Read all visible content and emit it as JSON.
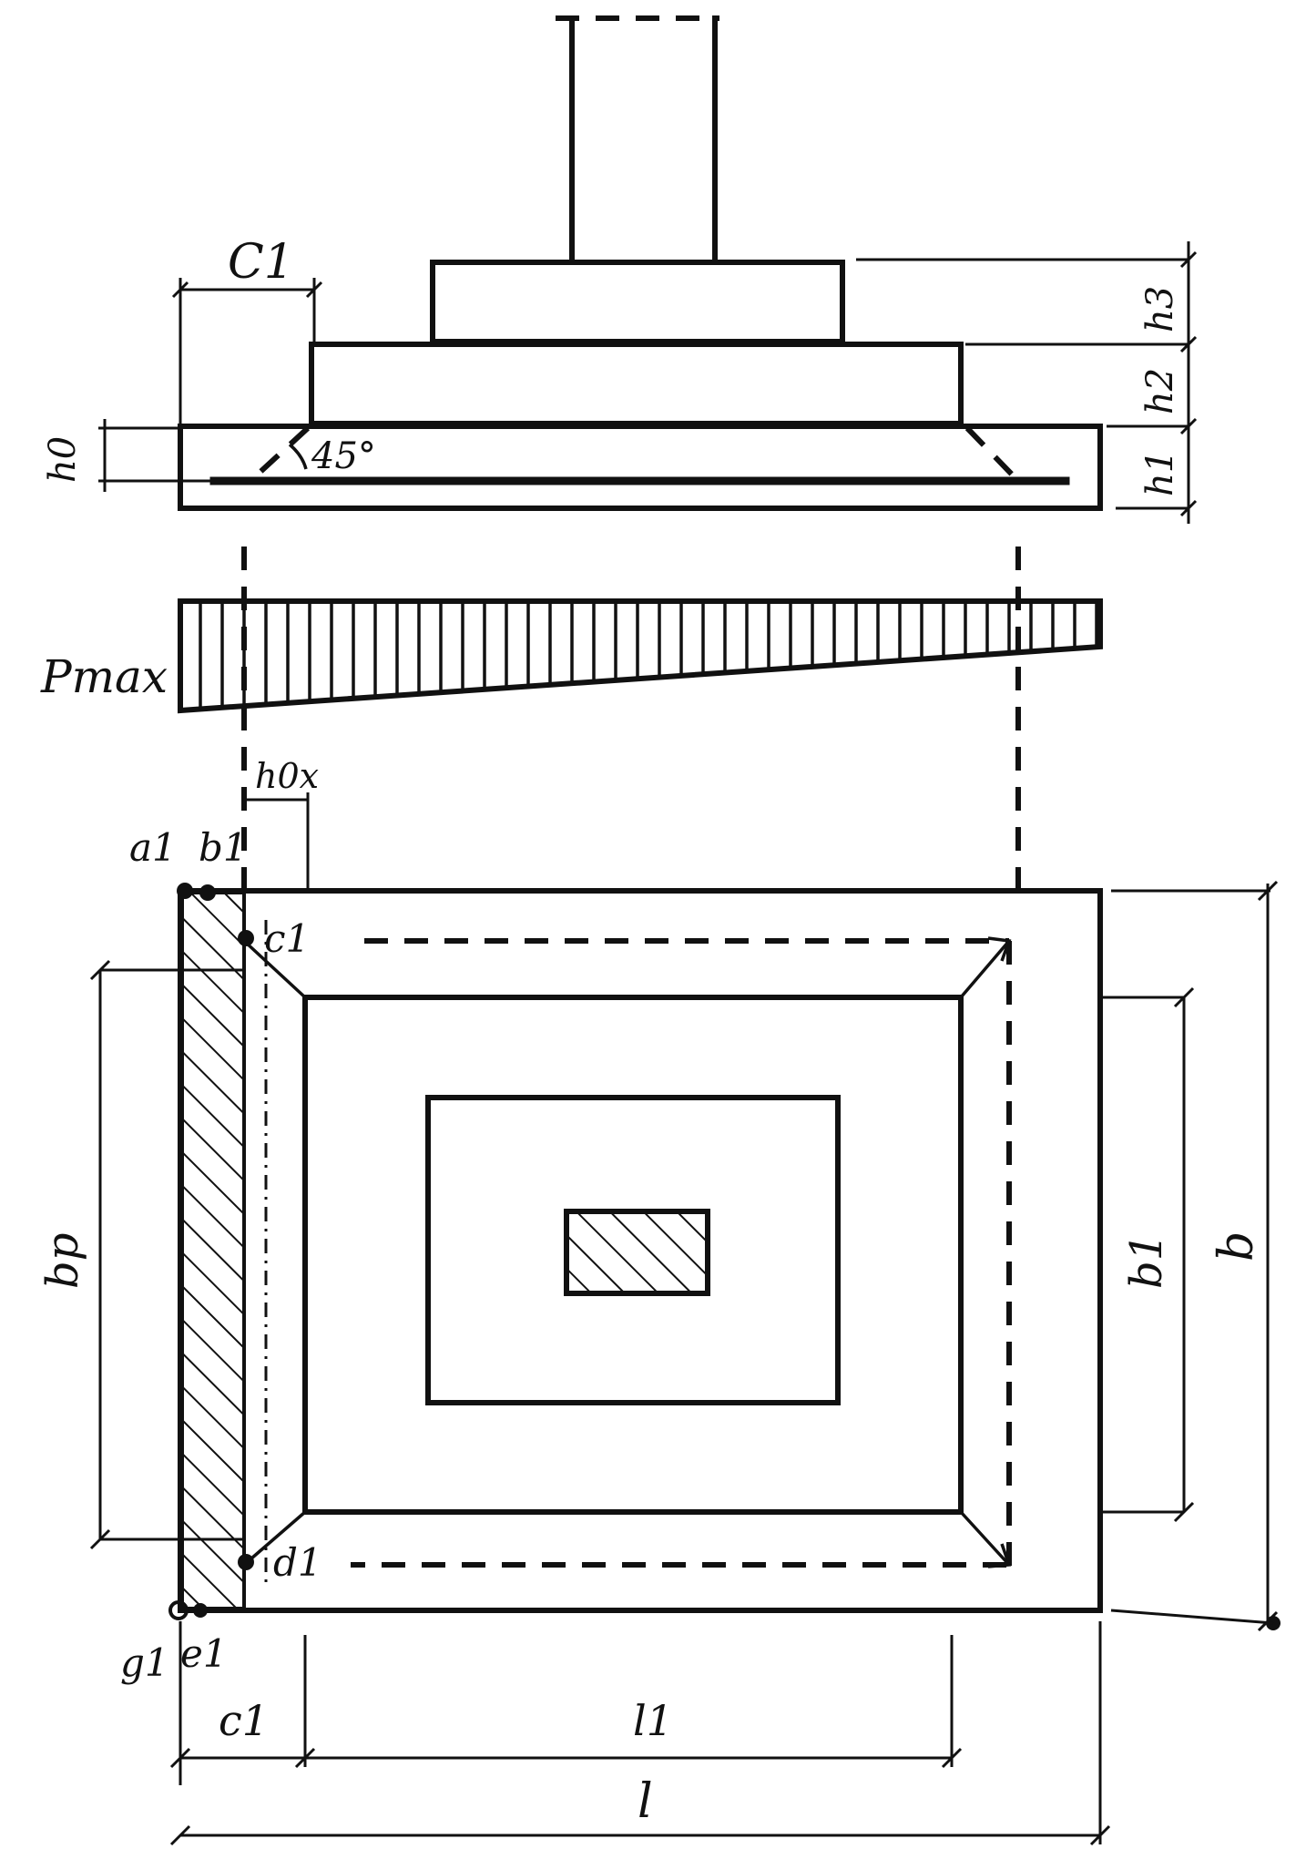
{
  "labels": {
    "c1_top": "C1",
    "h0": "h0",
    "angle": "45°",
    "h3": "h3",
    "h2": "h2",
    "h1": "h1",
    "pmax": "Pmax",
    "hox": "h0x",
    "a1": "a1",
    "b1_corner": "b1",
    "c1_point": "c1",
    "d1_point": "d1",
    "g1": "g1",
    "e1": "e1",
    "bp": "bp",
    "b1_dim": "b1",
    "b_dim": "b",
    "c1_bottom": "c1",
    "l1": "l1",
    "l": "l"
  },
  "colors": {
    "ink": "#111111",
    "paper": "#ffffff"
  }
}
